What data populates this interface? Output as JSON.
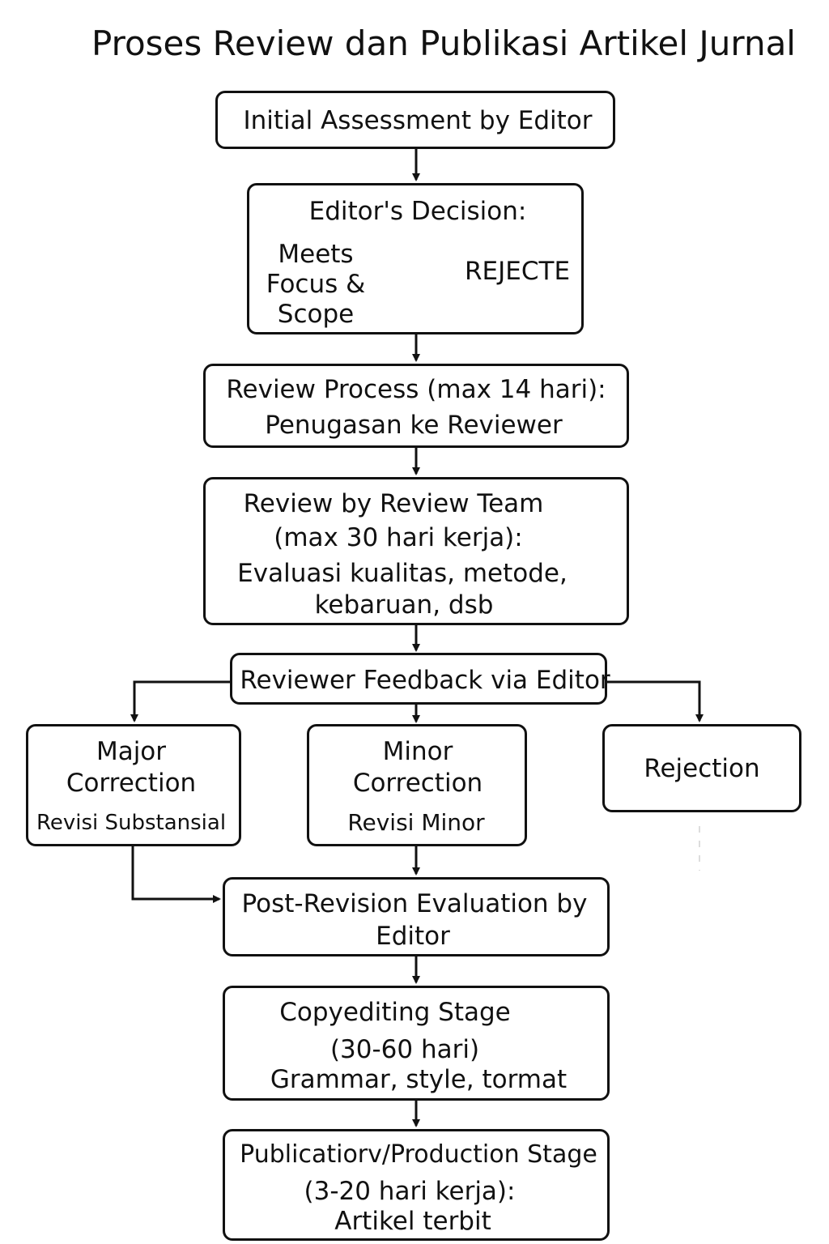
{
  "title": "Proses Review dan Publikasi Artikel Jurnal",
  "steps": {
    "initial": "Initial Assessment by Editor",
    "decision": {
      "heading": "Editor's Decision:",
      "criteria": [
        "Meets",
        "Focus &",
        "Scope"
      ],
      "outcome": "REJECTE"
    },
    "review_process": [
      "Review Process (max 14 hari):",
      "Penugasan ke Reviewer"
    ],
    "review_team": [
      "Review by Review Team",
      "(max 30 hari kerja):",
      "Evaluasi kualitas, metode,",
      "kebaruan, dsb"
    ],
    "feedback": "Reviewer Feedback via Editor",
    "major": {
      "lines": [
        "Major",
        "Correction"
      ],
      "sub": "Revisi Substansial"
    },
    "minor": {
      "lines": [
        "Minor",
        "Correction"
      ],
      "sub": "Revisi Minor"
    },
    "rejection": "Rejection",
    "post_revision": [
      "Post-Revision Evaluation by",
      "Editor"
    ],
    "copyediting": [
      "Copyediting Stage",
      "(30-60 hari)",
      "Grammar, style, tormat"
    ],
    "publication": [
      "Publicatiorv/Production Stage",
      "(3-20 hari kerja):",
      "Artikel terbit"
    ]
  }
}
